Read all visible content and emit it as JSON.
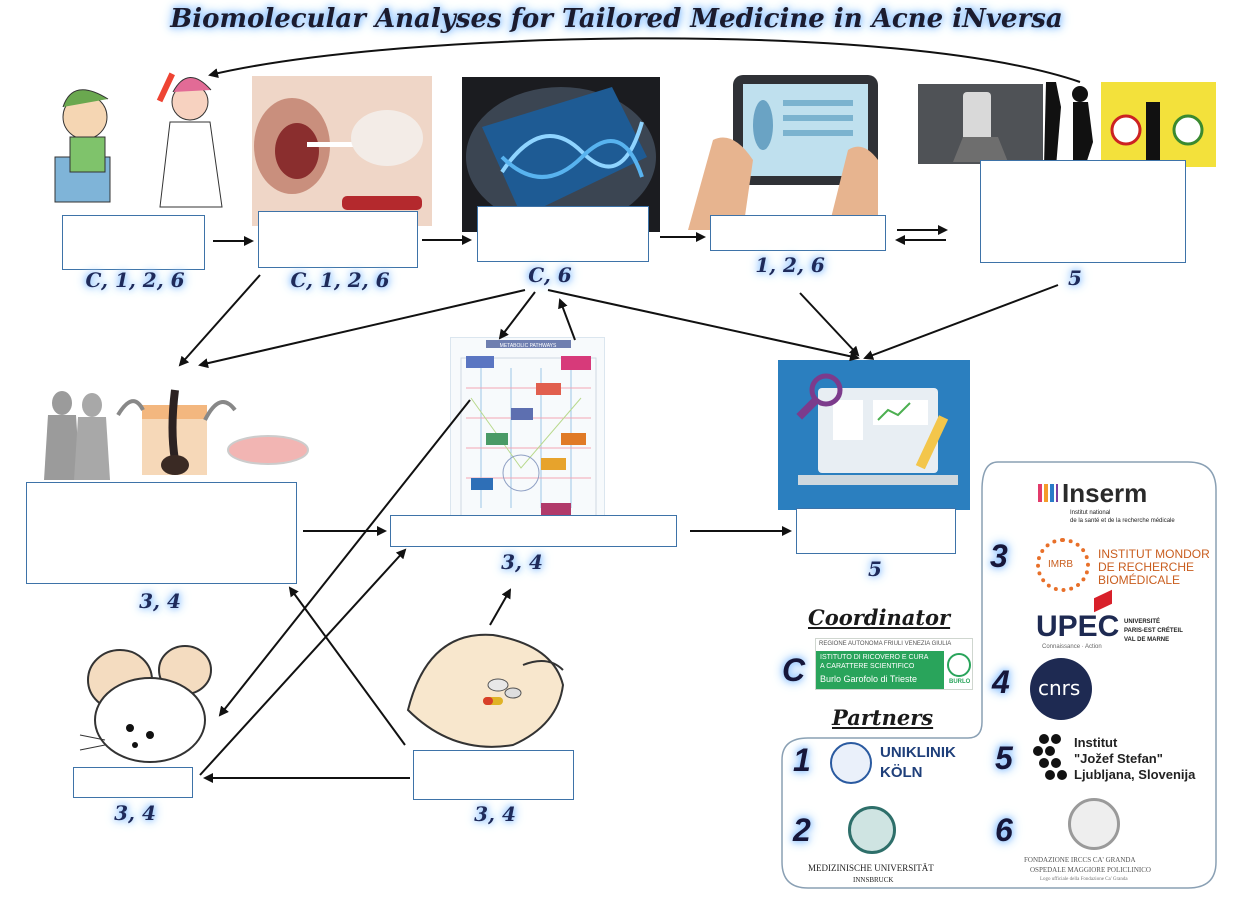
{
  "title": "Biomolecular Analyses for Tailored Medicine in Acne iNversa",
  "labels": {
    "step1": "C, 1, 2, 6",
    "step2": "C, 1, 2, 6",
    "step3": "C, 6",
    "step4": "1, 2, 6",
    "step5": "5",
    "skin": "3, 4",
    "pathways": "3, 4",
    "analytics": "5",
    "mouse": "3, 4",
    "drug": "3, 4"
  },
  "pathways_header": "METABOLIC PATHWAYS",
  "coordinator": {
    "heading": "Coordinator",
    "letter": "C",
    "line1": "REGIONE AUTONOMA FRIULI VENEZIA GIULIA",
    "line2": "ISTITUTO DI RICOVERO E CURA",
    "line3": "A CARATTERE SCIENTIFICO",
    "line4": "Burlo Garofolo di Trieste",
    "badge": "BURLO"
  },
  "partners_heading": "Partners",
  "partners": {
    "p1": {
      "num": "1",
      "name1": "UNIKLINIK",
      "name2": "KÖLN"
    },
    "p2": {
      "num": "2",
      "name": "MEDIZINISCHE UNIVERSITÄT",
      "sub": "INNSBRUCK"
    },
    "p3": {
      "num": "3",
      "inserm": "Inserm",
      "inserm_sub1": "Institut national",
      "inserm_sub2": "de la santé et de la recherche médicale",
      "imrb_badge": "IMRB",
      "imrb1": "INSTITUT MONDOR",
      "imrb2": "DE RECHERCHE",
      "imrb3": "BIOMÉDICALE",
      "upec": "UPEC",
      "upec_tag": "Connaissance · Action",
      "upec1": "UNIVERSITÉ",
      "upec2": "PARIS-EST CRÉTEIL",
      "upec3": "VAL DE MARNE"
    },
    "p4": {
      "num": "4",
      "name": "cnrs"
    },
    "p5": {
      "num": "5",
      "line1": "Institut",
      "line2": "\"Jožef Stefan\"",
      "line3": "Ljubljana, Slovenija"
    },
    "p6": {
      "num": "6",
      "line1": "FONDAZIONE IRCCS CA' GRANDA",
      "line2": "OSPEDALE MAGGIORE POLICLINICO",
      "line3": "Logo ufficiale della Fondazione Ca' Granda"
    }
  },
  "colors": {
    "box_border": "#3e73a8",
    "label_glow": "#8fc3ff",
    "arrow": "#111111"
  }
}
